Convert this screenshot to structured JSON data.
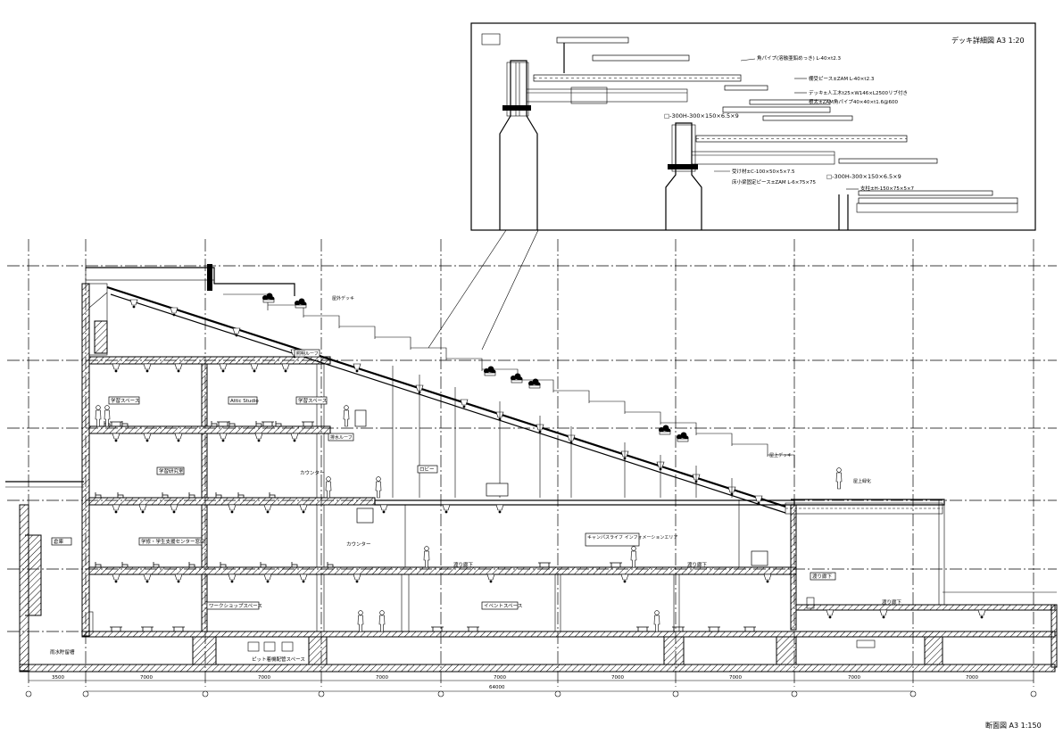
{
  "detail": {
    "title": "デッキ詳細図 A3 1:20",
    "labels": [
      "角パイプ(溶融亜鉛めっき) L-40×t2.3",
      "棚受ピース±ZAM L-40×t2.3",
      "デッキ±人工木t25×W146×L2500リブ付き",
      "根太±ZAM角パイプ40×40×t1.6@600",
      "□-300H-300×150×6.5×9",
      "受け材±C-100×50×5×7.5",
      "床小梁固定ピース±ZAM L-6×75×75",
      "□-300H-300×150×6.5×9",
      "支柱±H-150×75×5×7"
    ]
  },
  "section": {
    "title": "断面図 A3 1:150",
    "grid_dims": [
      "3500",
      "7000",
      "7000",
      "7000",
      "7000",
      "7000",
      "7000",
      "7000",
      "7000"
    ],
    "overall_dim": "64000",
    "room_labels": [
      {
        "id": "study1",
        "text": "学習スペース"
      },
      {
        "id": "attic",
        "text": "Attic Studio"
      },
      {
        "id": "study2",
        "text": "学習スペース"
      },
      {
        "id": "study3",
        "text": "学習研究室"
      },
      {
        "id": "lobby",
        "text": "ロビー"
      },
      {
        "id": "counter1",
        "text": "カウンター"
      },
      {
        "id": "support",
        "text": "学修・学生支援センター窓口"
      },
      {
        "id": "counter2",
        "text": "カウンター"
      },
      {
        "id": "campus",
        "text": "キャンパスライフ インフォメーションエリア"
      },
      {
        "id": "workshop",
        "text": "ワークショップスペース"
      },
      {
        "id": "event",
        "text": "イベントスペース"
      },
      {
        "id": "pit",
        "text": "ピット着機配管スペース"
      },
      {
        "id": "corridor1",
        "text": "渡り廊下"
      },
      {
        "id": "corridor2",
        "text": "渡り廊下"
      },
      {
        "id": "corridor3",
        "text": "渡り廊下"
      },
      {
        "id": "store",
        "text": "倉庫"
      },
      {
        "id": "storage",
        "text": "雨水貯留槽"
      },
      {
        "id": "room",
        "text": "渡り廊下"
      }
    ],
    "notes": [
      "排水ルーフ",
      "照明ルーフ",
      "屋外デッキ",
      "屋上デッキ",
      "屋上緑化"
    ]
  }
}
